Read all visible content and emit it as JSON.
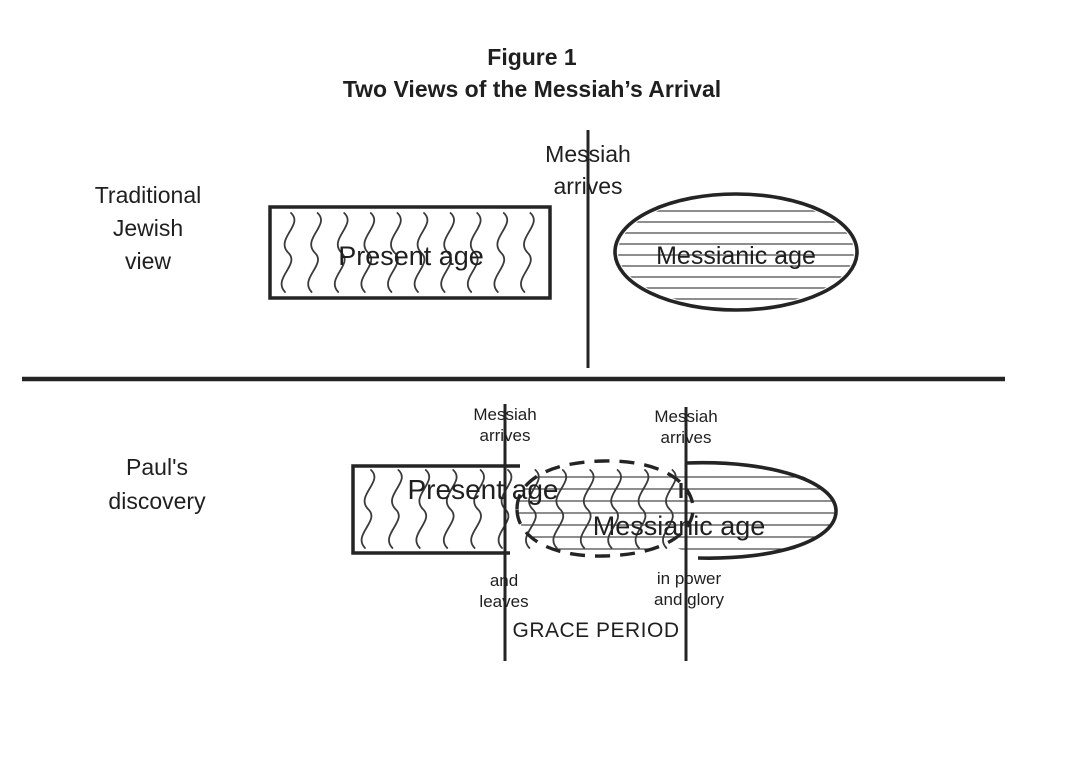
{
  "figure": {
    "title_line1": "Figure 1",
    "title_line2": "Two Views of the Messiah’s Arrival"
  },
  "top_panel": {
    "row_label": [
      "Traditional",
      "Jewish",
      "view"
    ],
    "present_age": "Present age",
    "messiah_marker": [
      "Messiah",
      "arrives"
    ],
    "messianic_age": "Messianic age"
  },
  "bottom_panel": {
    "row_label": [
      "Paul's",
      "discovery"
    ],
    "present_age": "Present age",
    "messianic_age": "Messianic age",
    "first_marker": {
      "top": [
        "Messiah",
        "arrives"
      ],
      "bottom": [
        "and",
        "leaves"
      ]
    },
    "second_marker": {
      "top": [
        "Messiah",
        "arrives"
      ],
      "bottom": [
        "in power",
        "and glory"
      ]
    },
    "grace_period": "GRACE PERIOD"
  },
  "colors": {
    "ink": "#1f1f1f",
    "line": "#242424",
    "paper": "#ffffff"
  }
}
